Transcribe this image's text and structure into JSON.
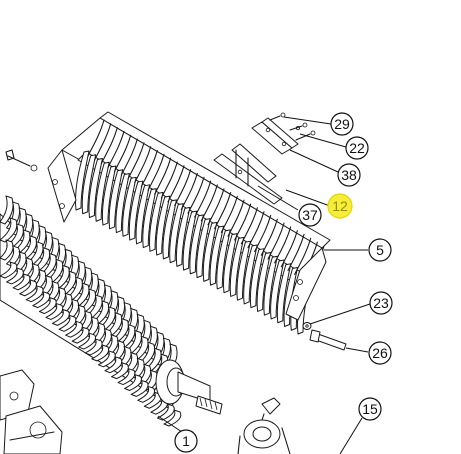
{
  "callouts": [
    {
      "id": "c29",
      "label": "29",
      "highlighted": false
    },
    {
      "id": "c22",
      "label": "22",
      "highlighted": false
    },
    {
      "id": "c38",
      "label": "38",
      "highlighted": false
    },
    {
      "id": "c12",
      "label": "12",
      "highlighted": true
    },
    {
      "id": "c37",
      "label": "37",
      "highlighted": false
    },
    {
      "id": "c5",
      "label": "5",
      "highlighted": false
    },
    {
      "id": "c23",
      "label": "23",
      "highlighted": false
    },
    {
      "id": "c26",
      "label": "26",
      "highlighted": false
    },
    {
      "id": "c15",
      "label": "15",
      "highlighted": false
    },
    {
      "id": "c1",
      "label": "1",
      "highlighted": false
    }
  ],
  "colors": {
    "line": "#1a1a1a",
    "highlight_fill": "#f4ee3a",
    "highlight_text": "#9a8a00",
    "background": "#ffffff"
  }
}
